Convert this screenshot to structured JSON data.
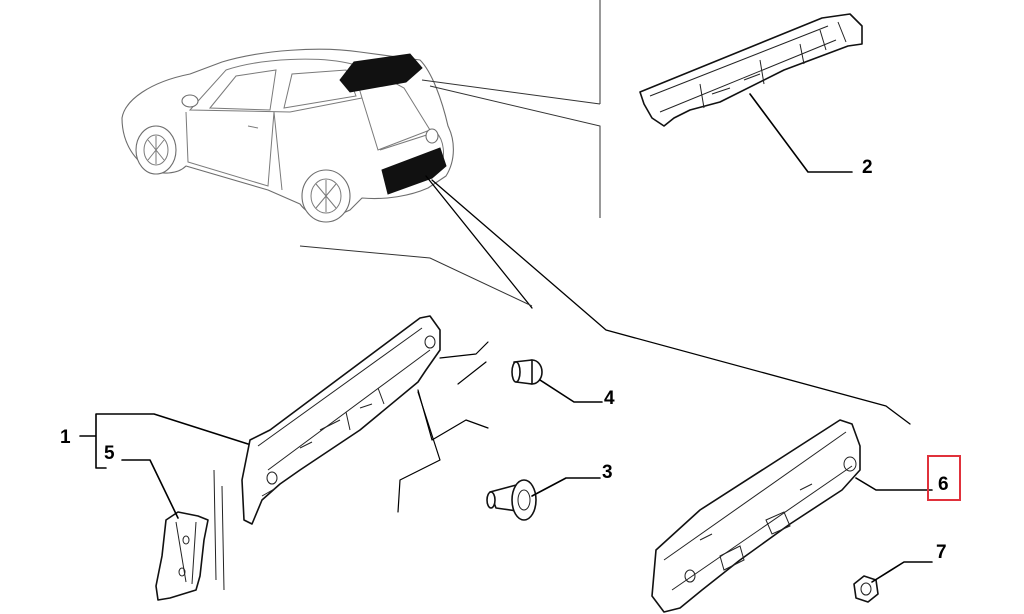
{
  "callouts": [
    {
      "id": "1",
      "label": "1"
    },
    {
      "id": "2",
      "label": "2"
    },
    {
      "id": "3",
      "label": "3"
    },
    {
      "id": "4",
      "label": "4"
    },
    {
      "id": "5",
      "label": "5"
    },
    {
      "id": "6",
      "label": "6"
    },
    {
      "id": "7",
      "label": "7"
    }
  ],
  "highlight": {
    "callout": "6",
    "color": "#e0313b"
  }
}
